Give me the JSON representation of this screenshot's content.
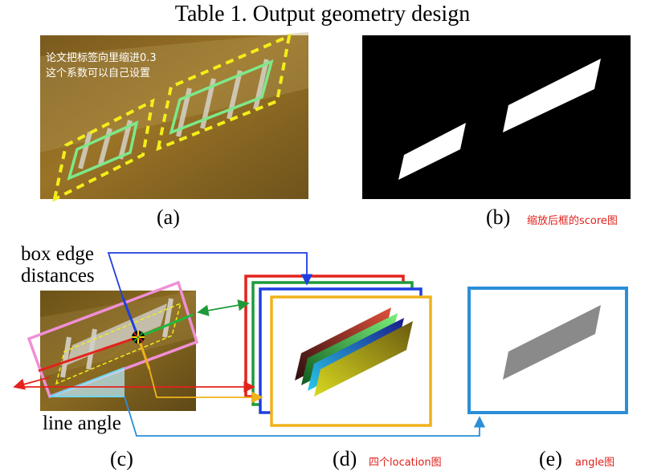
{
  "title": "Table 1. Output geometry design",
  "panel_a": {
    "label": "(a)",
    "note_line1": "论文把标签向里缩进0.3",
    "note_line2": "这个系数可以自己设置"
  },
  "panel_b": {
    "label": "(b)",
    "note": "缩放后框的score图"
  },
  "panel_c": {
    "label": "(c)",
    "box_edge_line1": "box edge",
    "box_edge_line2": "distances",
    "line_angle": "line angle"
  },
  "panel_d": {
    "label": "(d)",
    "note": "四个location图"
  },
  "panel_e": {
    "label": "(e)",
    "note": "angle图"
  },
  "colors": {
    "dashed_box": "#f2ee1a",
    "inner_box": "#7ee88a",
    "score_bg": "#000000",
    "score_fg": "#ffffff",
    "pink_box": "#f08fd6",
    "red": "#e3221b",
    "green": "#1e9a3a",
    "blue": "#1e3ee0",
    "orange": "#f0b21a",
    "cyan_blue": "#2a8fd6",
    "angle_gray": "#8a8a8a"
  }
}
